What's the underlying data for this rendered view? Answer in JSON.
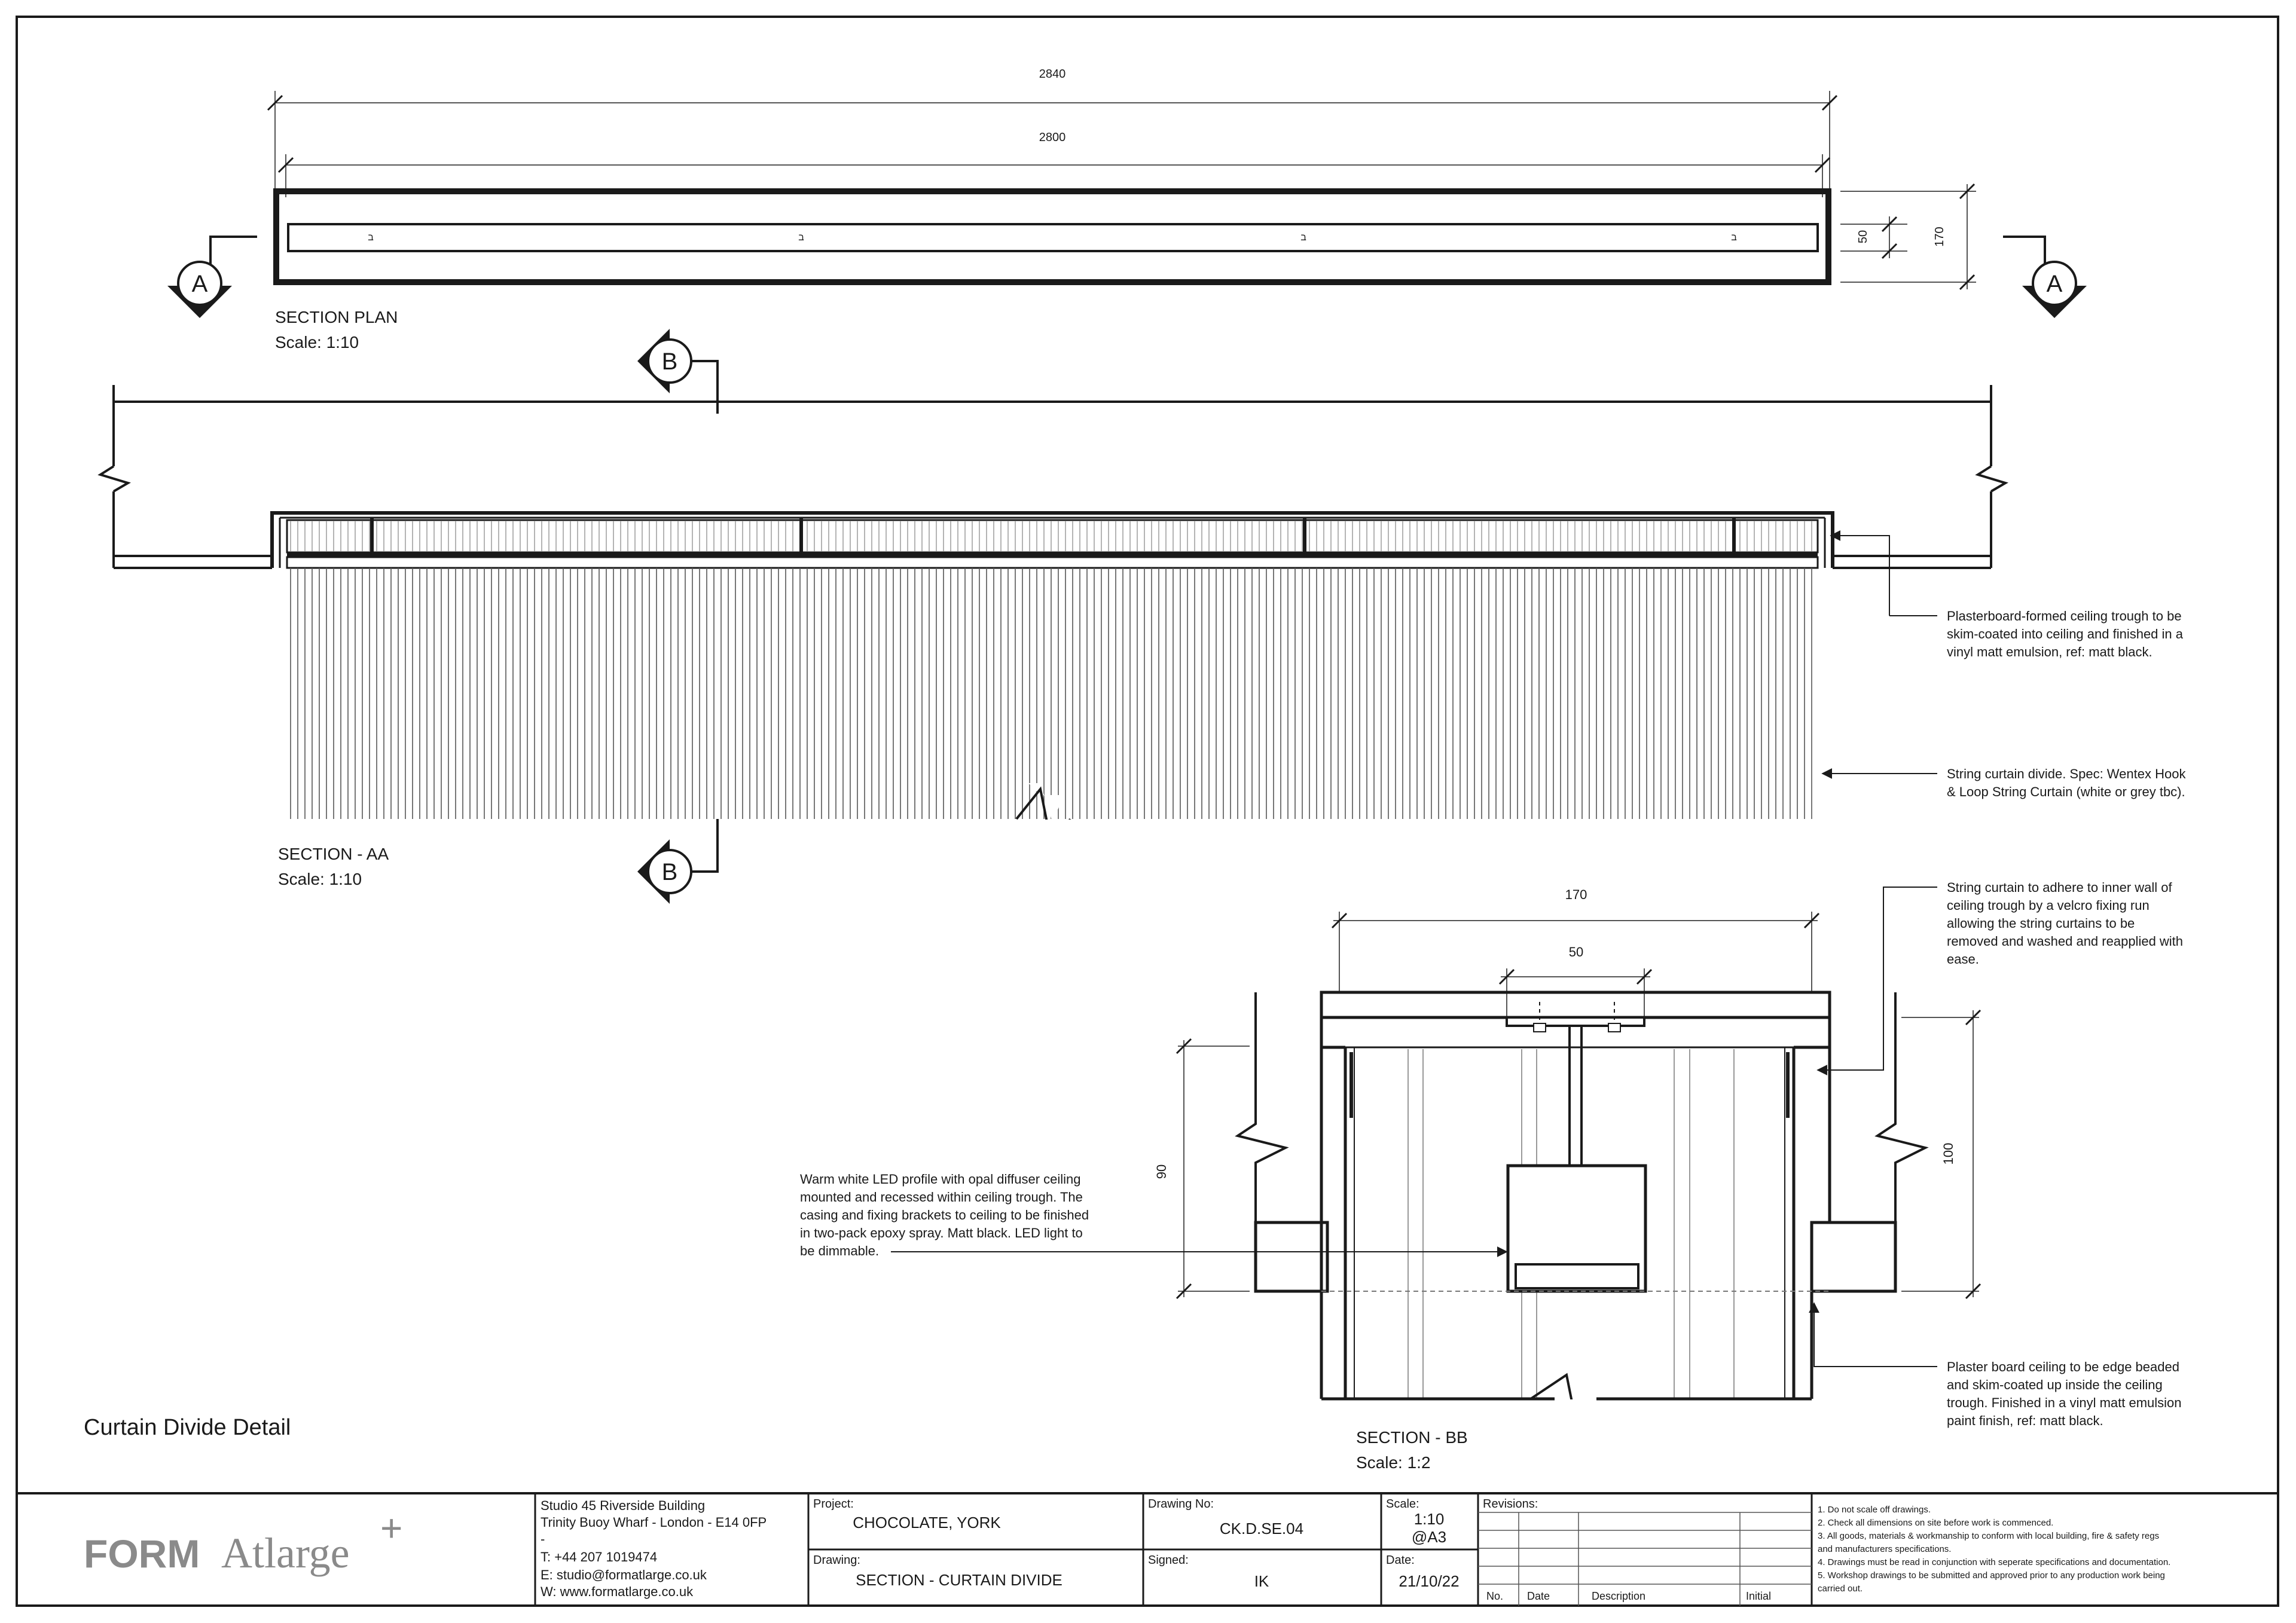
{
  "drawing_title": "Curtain Divide Detail",
  "section_plan": {
    "title": "SECTION PLAN",
    "scale": "Scale: 1:10",
    "dim_overall": "2840",
    "dim_inner": "2800",
    "dim_depth": "170",
    "dim_slot": "50",
    "marker": "A"
  },
  "section_aa": {
    "title": "SECTION - AA",
    "scale": "Scale: 1:10",
    "marker": "B",
    "notes": [
      "Plasterboard-formed ceiling trough to be",
      "skim-coated into ceiling and finished in a",
      "vinyl matt emulsion, ref: matt black."
    ],
    "curtain_notes": [
      "String curtain divide. Spec: Wentex Hook",
      "& Loop String Curtain (white or grey tbc)."
    ]
  },
  "section_bb": {
    "title": "SECTION - BB",
    "scale": "Scale: 1:2",
    "dim_width": "170",
    "dim_slot": "50",
    "dim_left": "90",
    "dim_right": "100",
    "note_velcro": [
      "String curtain to adhere to inner wall of",
      "ceiling trough by a velcro fixing run",
      "allowing the string curtains to be",
      "removed and washed and reapplied with",
      "ease."
    ],
    "note_led": [
      "Warm white LED profile with opal diffuser ceiling",
      "mounted and recessed within ceiling trough. The",
      "casing and fixing brackets to ceiling to be finished",
      "in two-pack epoxy spray. Matt black. LED light to",
      "be dimmable."
    ],
    "note_plaster": [
      "Plaster board ceiling to be edge beaded",
      "and skim-coated up inside the ceiling",
      "trough. Finished in a vinyl matt emulsion",
      "paint finish, ref: matt black."
    ]
  },
  "title_block": {
    "logo_bold": "FORM",
    "logo_light": "Atlarge",
    "logo_plus": "+",
    "address": [
      "Studio 45 Riverside Building",
      "Trinity Buoy Wharf - London - E14 0FP",
      "-",
      "T: +44 207 1019474",
      "E: studio@formatlarge.co.uk",
      "W: www.formatlarge.co.uk"
    ],
    "project_label": "Project:",
    "project_value": "CHOCOLATE, YORK",
    "drawing_label": "Drawing:",
    "drawing_value": "SECTION - CURTAIN DIVIDE",
    "drawing_no_label": "Drawing No:",
    "drawing_no_value": "CK.D.SE.04",
    "signed_label": "Signed:",
    "signed_value": "IK",
    "scale_label": "Scale:",
    "scale_value": "1:10",
    "scale_sheet": "@A3",
    "date_label": "Date:",
    "date_value": "21/10/22",
    "revisions_label": "Revisions:",
    "rev_cols": [
      "No.",
      "Date",
      "Description",
      "Initial"
    ],
    "notes": [
      "1. Do not scale off drawings.",
      "2. Check all dimensions on site before work is commenced.",
      "3. All goods, materials & workmanship to conform with local building, fire & safety regs",
      "and manufacturers specifications.",
      "4. Drawings must be read in conjunction with seperate specifications and documentation.",
      "5. Workshop drawings to be submitted and approved prior to any production work being",
      "carried out."
    ]
  }
}
